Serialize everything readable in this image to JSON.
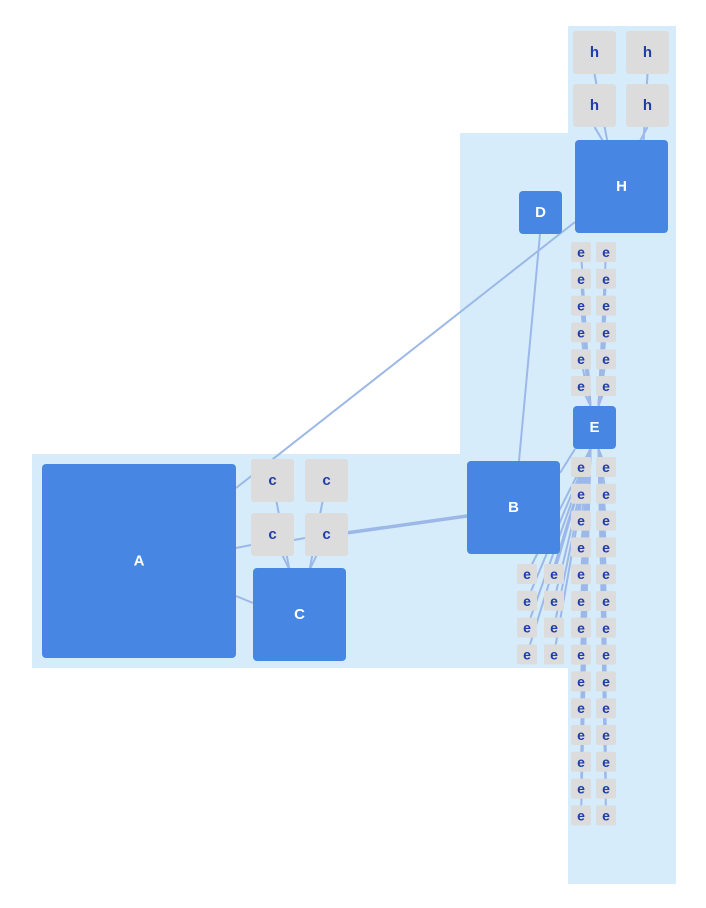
{
  "colors": {
    "group_background": "#d6ecfa",
    "large_node": "#4787e3",
    "small_node": "#dcdcdc",
    "edge": "#9cb8e8",
    "large_label": "#ffffff",
    "small_label": "#1f3ea8"
  },
  "nodes": {
    "A": "A",
    "B": "B",
    "C": "C",
    "D": "D",
    "E": "E",
    "H": "H",
    "c_label": "c",
    "e_label": "e",
    "h_label": "h"
  }
}
